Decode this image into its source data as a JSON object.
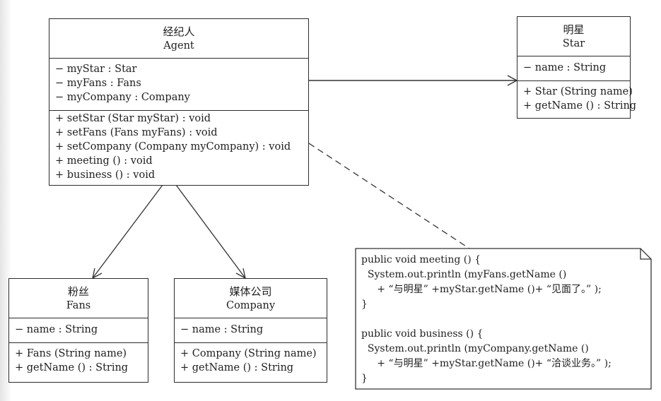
{
  "classes": {
    "agent": {
      "name_cn": "经纪人",
      "name_en": "Agent",
      "attributes": [
        "− myStar : Star",
        "− myFans : Fans",
        "− myCompany : Company"
      ],
      "methods": [
        "+ setStar (Star myStar) : void",
        "+ setFans (Fans myFans) : void",
        "+ setCompany (Company myCompany) : void",
        "+ meeting () : void",
        "+ business () : void"
      ]
    },
    "star": {
      "name_cn": "明星",
      "name_en": "Star",
      "attributes": [
        "− name : String"
      ],
      "methods": [
        "+ Star (String name)",
        "+ getName () : String"
      ]
    },
    "fans": {
      "name_cn": "粉丝",
      "name_en": "Fans",
      "attributes": [
        "− name : String"
      ],
      "methods": [
        "+ Fans (String name)",
        "+ getName () : String"
      ]
    },
    "company": {
      "name_cn": "媒体公司",
      "name_en": "Company",
      "attributes": [
        "− name : String"
      ],
      "methods": [
        "+ Company (String name)",
        "+ getName () : String"
      ]
    }
  },
  "relations": [
    {
      "from": "Agent",
      "to": "Star",
      "type": "association"
    },
    {
      "from": "Agent",
      "to": "Fans",
      "type": "association"
    },
    {
      "from": "Agent",
      "to": "Company",
      "type": "association"
    },
    {
      "from": "Agent",
      "to": "note",
      "type": "note-anchor"
    }
  ],
  "note": {
    "lines": [
      "public void meeting () {",
      "  System.out.println (myFans.getName ()",
      "     + “与明星” +myStar.getName ()+ “见面了。” );",
      "}",
      "",
      "public void business () {",
      "  System.out.println (myCompany.getName ()",
      "     + “与明星” +myStar.getName ()+ “洽谈业务。” );",
      "}"
    ]
  }
}
